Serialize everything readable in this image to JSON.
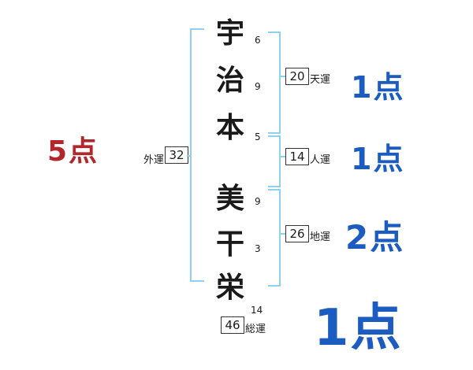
{
  "diagram": {
    "name_characters": [
      {
        "char": "宇",
        "strokes": "6"
      },
      {
        "char": "治",
        "strokes": "9"
      },
      {
        "char": "本",
        "strokes": "5"
      },
      {
        "char": "美",
        "strokes": "9"
      },
      {
        "char": "干",
        "strokes": "3"
      },
      {
        "char": "栄",
        "strokes": "14"
      }
    ],
    "fortunes": {
      "tenun": {
        "label": "天運",
        "value": "20",
        "score": "1点"
      },
      "jinun": {
        "label": "人運",
        "value": "14",
        "score": "1点"
      },
      "chiun": {
        "label": "地運",
        "value": "26",
        "score": "2点"
      },
      "gaiun": {
        "label": "外運",
        "value": "32",
        "score": "5点"
      },
      "soun": {
        "label": "総運",
        "value": "46",
        "score": "1点"
      }
    },
    "colors": {
      "score_blue": "#1c5bbf",
      "score_red": "#b1272b",
      "bracket_blue": "#8ed1f0",
      "ink": "#1a1a1a"
    }
  }
}
